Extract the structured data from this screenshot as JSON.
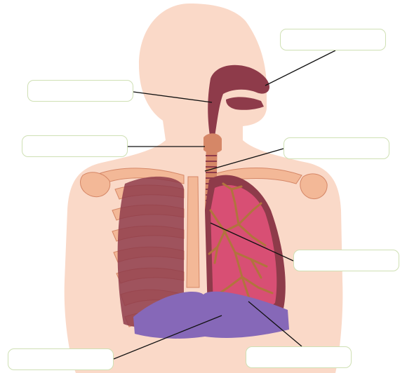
{
  "diagram": {
    "colors": {
      "body_skin": "#fad9c8",
      "bone": "#f3b897",
      "bone_edge": "#d58767",
      "airway": "#8e3b4a",
      "lung": "#d84f74",
      "lung_inner": "#e46888",
      "bronchi": "#b1743d",
      "diaphragm": "#8668b8",
      "label_border": "#cfe0b4",
      "leader_line": "#111111"
    },
    "labels": [
      {
        "id": "nasal-cavity",
        "text": ""
      },
      {
        "id": "pharynx",
        "text": ""
      },
      {
        "id": "larynx",
        "text": ""
      },
      {
        "id": "trachea",
        "text": ""
      },
      {
        "id": "bronchi",
        "text": ""
      },
      {
        "id": "lung",
        "text": ""
      },
      {
        "id": "diaphragm",
        "text": ""
      }
    ]
  }
}
